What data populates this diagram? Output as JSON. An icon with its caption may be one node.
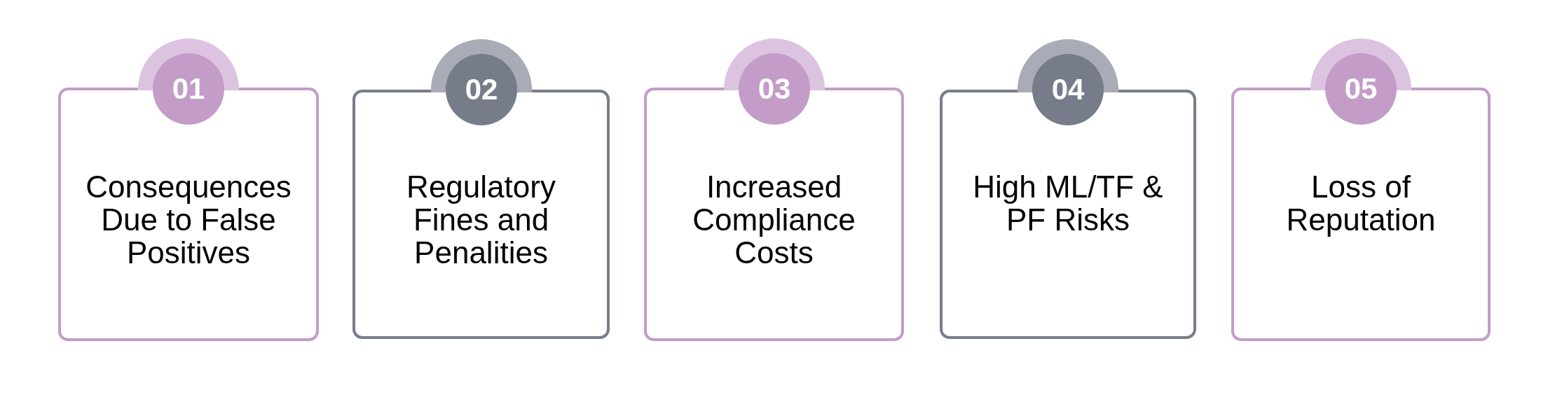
{
  "diagram": {
    "nodes": [
      {
        "text": [
          "01"
        ]
      },
      {
        "text": [
          "Consequences Due to False Positives"
        ]
      },
      {
        "text": [
          "02"
        ]
      },
      {
        "text": [
          "Regulatory Fines and Penalities"
        ]
      },
      {
        "text": [
          "03"
        ]
      },
      {
        "text": [
          "Increased Compliance Costs"
        ]
      },
      {
        "text": [
          "04"
        ]
      },
      {
        "text": [
          "High ML/TF & PF Risks"
        ]
      },
      {
        "text": [
          "05"
        ]
      },
      {
        "text": [
          "Loss of Reputation"
        ]
      }
    ]
  }
}
